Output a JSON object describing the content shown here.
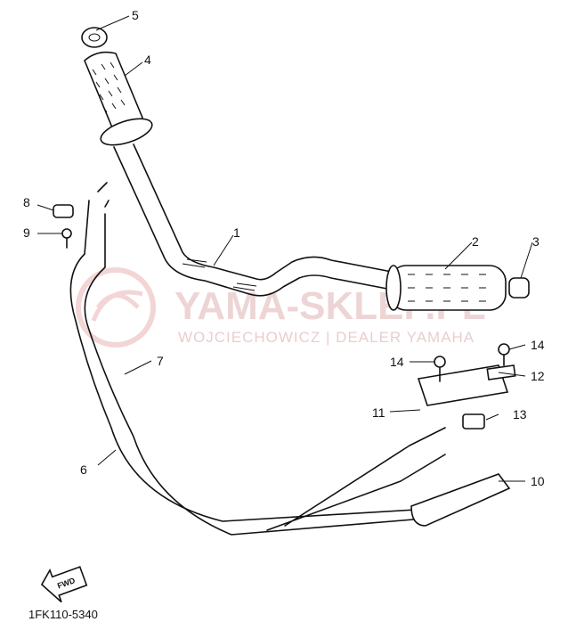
{
  "watermark": {
    "title": "YAMA-SKLEP.PL",
    "subtitle": "WOJCIECHOWICZ | DEALER YAMAHA"
  },
  "diagram_code": "1FK110-5340",
  "fwd_label": "FWD",
  "callouts": {
    "c1": "1",
    "c2": "2",
    "c3": "3",
    "c4": "4",
    "c5": "5",
    "c6": "6",
    "c7": "7",
    "c8": "8",
    "c9": "9",
    "c10": "10",
    "c11": "11",
    "c12": "12",
    "c13": "13",
    "c14a": "14",
    "c14b": "14"
  },
  "colors": {
    "ink": "#111111",
    "watermark": "#e8c8c8",
    "background": "#ffffff"
  }
}
